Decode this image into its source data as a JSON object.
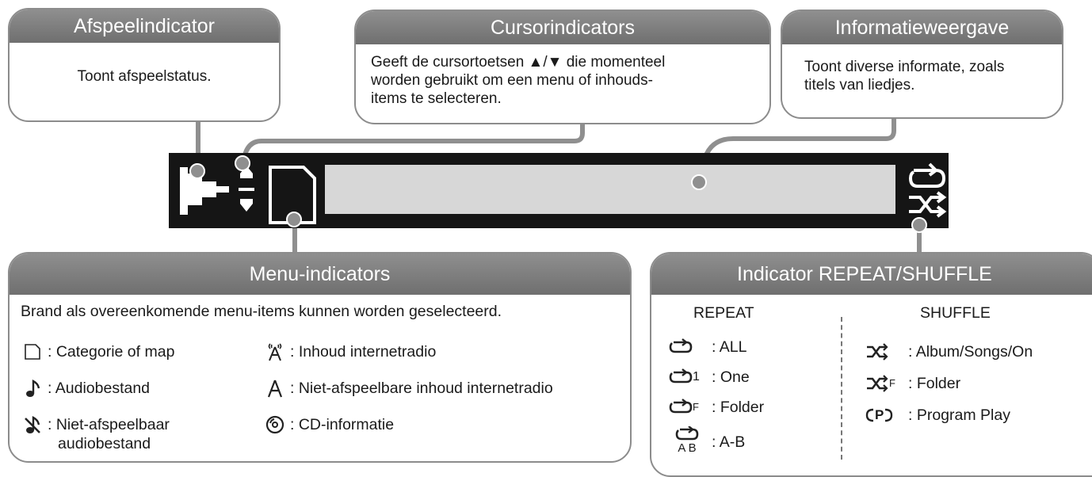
{
  "callouts": {
    "play": {
      "title": "Afspeelindicator",
      "text": "Toont afspeelstatus."
    },
    "cursor": {
      "title": "Cursorindicators",
      "lines": [
        "Geeft de cursortoetsen ▲/▼ die momenteel",
        "worden gebruikt om een menu of inhouds-",
        "items te selecteren."
      ]
    },
    "info": {
      "title": "Informatieweergave",
      "lines": [
        "Toont diverse informate, zoals",
        "titels van liedjes."
      ]
    },
    "menu": {
      "title": "Menu-indicators",
      "intro": "Brand als overeenkomende menu-items kunnen worden geselecteerd.",
      "items": [
        {
          "icon": "folder-icon",
          "label": ": Categorie of map"
        },
        {
          "icon": "music-note-icon",
          "label": ": Audiobestand"
        },
        {
          "icon": "music-note-crossed-icon",
          "label": ": Niet-afspeelbaar",
          "label2": "audiobestand"
        },
        {
          "icon": "radio-tower-icon",
          "label": ": Inhoud internetradio"
        },
        {
          "icon": "radio-tower-off-icon",
          "label": ": Niet-afspeelbare inhoud internetradio"
        },
        {
          "icon": "cd-icon",
          "label": ": CD-informatie"
        }
      ]
    },
    "repeat_shuffle": {
      "title": "Indicator REPEAT/SHUFFLE",
      "repeat_heading": "REPEAT",
      "shuffle_heading": "SHUFFLE",
      "repeat_items": [
        {
          "icon": "repeat-all-icon",
          "label": ": ALL"
        },
        {
          "icon": "repeat-one-icon",
          "label": ": One",
          "icon_text": "1"
        },
        {
          "icon": "repeat-folder-icon",
          "label": ": Folder",
          "icon_text": "F"
        },
        {
          "icon": "repeat-ab-icon",
          "label": ": A-B",
          "icon_text": "A B"
        }
      ],
      "shuffle_items": [
        {
          "icon": "shuffle-icon",
          "label": ": Album/Songs/On"
        },
        {
          "icon": "shuffle-folder-icon",
          "label": ": Folder",
          "icon_text": "F"
        },
        {
          "icon": "program-play-icon",
          "label": ": Program Play",
          "icon_text": "P"
        }
      ]
    }
  },
  "colors": {
    "header_bg": "#7f7f7f",
    "display_bg": "#151515",
    "screen_bg": "#d7d7d7",
    "callout_border": "#8c8c8c"
  }
}
